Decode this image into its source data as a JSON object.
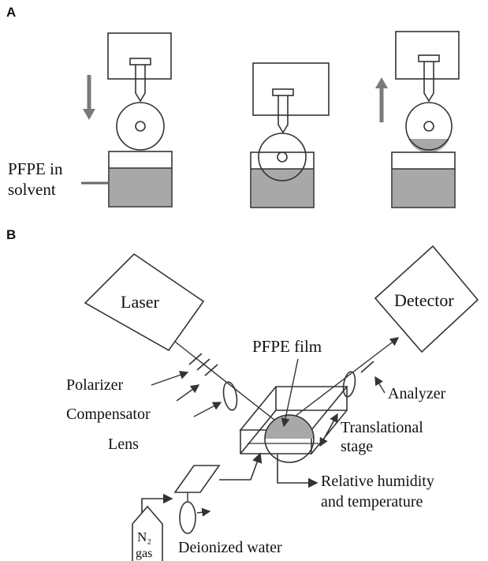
{
  "panel_a": {
    "label": "A",
    "pfpe_label_line1": "PFPE in",
    "pfpe_label_line2": "solvent"
  },
  "panel_b": {
    "label": "B",
    "laser": "Laser",
    "detector": "Detector",
    "pfpe_film": "PFPE film",
    "polarizer": "Polarizer",
    "compensator": "Compensator",
    "lens": "Lens",
    "analyzer": "Analyzer",
    "translational_stage_line1": "Translational",
    "translational_stage_line2": "stage",
    "humidity_line1": "Relative humidity",
    "humidity_line2": "and temperature",
    "deionized_water": "Deionized water",
    "n2_line1": "N₂",
    "n2_line2": "gas"
  },
  "colors": {
    "liquid": "#a8a8a8",
    "arrow": "#7a7a7a",
    "line": "#333333"
  }
}
